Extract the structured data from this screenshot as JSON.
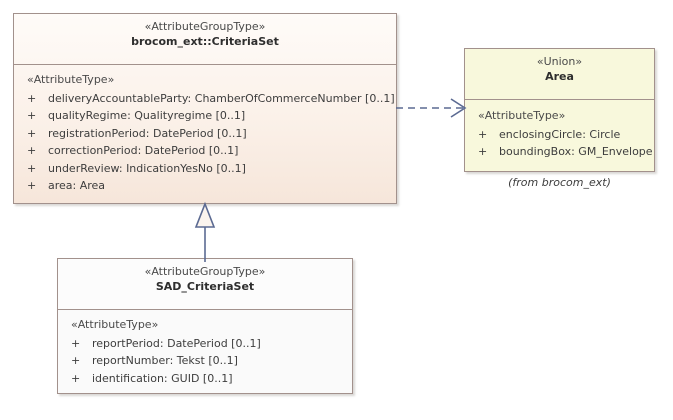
{
  "diagram": {
    "type": "uml-class-diagram",
    "background": "#ffffff",
    "colors": {
      "class_border": "#a2918c",
      "criteriaset_fill": "#f9eee5",
      "area_fill": "#f8f8dc",
      "sad_fill": "#fafafa",
      "connector": "#5b6a92",
      "text": "#3d3d3d"
    }
  },
  "classes": {
    "criteria_set": {
      "stereotype": "«AttributeGroupType»",
      "name": "brocom_ext::CriteriaSet",
      "compartment_stereotype": "«AttributeType»",
      "attributes": [
        {
          "visibility": "+",
          "text": "deliveryAccountableParty: ChamberOfCommerceNumber [0..1]"
        },
        {
          "visibility": "+",
          "text": "qualityRegime: Qualityregime [0..1]"
        },
        {
          "visibility": "+",
          "text": "registrationPeriod: DatePeriod [0..1]"
        },
        {
          "visibility": "+",
          "text": "correctionPeriod: DatePeriod [0..1]"
        },
        {
          "visibility": "+",
          "text": "underReview: IndicationYesNo [0..1]"
        },
        {
          "visibility": "+",
          "text": "area: Area"
        }
      ]
    },
    "area": {
      "stereotype": "«Union»",
      "name": "Area",
      "compartment_stereotype": "«AttributeType»",
      "attributes": [
        {
          "visibility": "+",
          "text": "enclosingCircle: Circle"
        },
        {
          "visibility": "+",
          "text": "boundingBox: GM_Envelope"
        }
      ],
      "from_label": "(from brocom_ext)"
    },
    "sad_criteria_set": {
      "stereotype": "«AttributeGroupType»",
      "name": "SAD_CriteriaSet",
      "compartment_stereotype": "«AttributeType»",
      "attributes": [
        {
          "visibility": "+",
          "text": "reportPeriod: DatePeriod [0..1]"
        },
        {
          "visibility": "+",
          "text": "reportNumber: Tekst [0..1]"
        },
        {
          "visibility": "+",
          "text": "identification: GUID [0..1]"
        }
      ]
    }
  },
  "connectors": [
    {
      "kind": "generalization",
      "from": "SAD_CriteriaSet",
      "to": "brocom_ext::CriteriaSet",
      "style": "solid-line-hollow-triangle"
    },
    {
      "kind": "dependency",
      "from": "brocom_ext::CriteriaSet",
      "to": "Area",
      "style": "dashed-line-open-arrow"
    }
  ]
}
